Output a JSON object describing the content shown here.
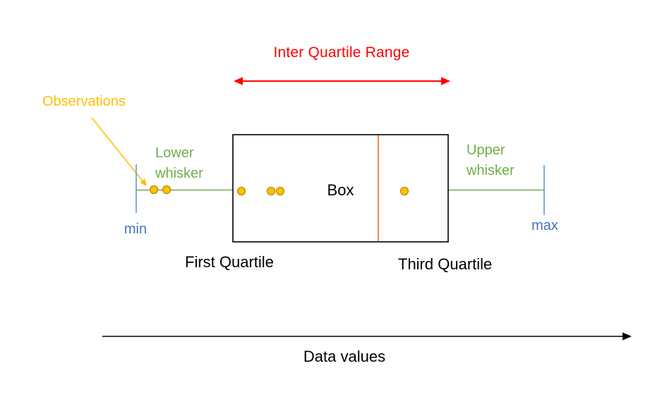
{
  "diagram": {
    "type": "boxplot-anatomy",
    "title": "Inter Quartile Range",
    "observations_label": "Observations",
    "lower_whisker_label": "Lower whisker",
    "upper_whisker_label": "Upper whisker",
    "min_label": "min",
    "max_label": "max",
    "box_label": "Box",
    "first_quartile_label": "First Quartile",
    "third_quartile_label": "Third Quartile",
    "axis_label": "Data values",
    "observation_dot_count": 6
  },
  "colors": {
    "red": "#FF0000",
    "orange": "#ED7D31",
    "gold": "#FFC000",
    "gold_dark": "#BC8C00",
    "green_text": "#70AD47",
    "green_line": "#79A653",
    "blue_text": "#4472C4",
    "blue_line": "#5B9BD5",
    "ink": "#000000"
  }
}
